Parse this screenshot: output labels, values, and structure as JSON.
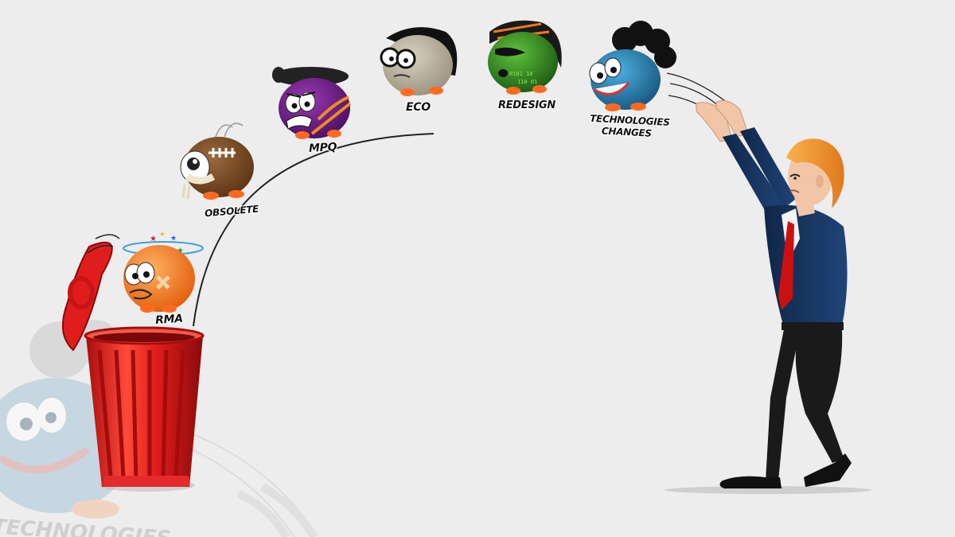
{
  "labels": {
    "rma": "RMA",
    "obsolete": "OBSOLETE",
    "mpq": "MPQ",
    "eco": "ECO",
    "redesign": "REDESIGN",
    "tech_line1": "TECHNOLOGIES",
    "tech_line2": "CHANGES",
    "ghost": "TECHNOLOGIES"
  },
  "colors": {
    "background": "#ededed",
    "trash_can": "#d91a1a",
    "rma_ball": "#f07a1e",
    "obsolete_ball": "#7a4a22",
    "mpq_ball": "#6b1a82",
    "eco_ball": "#b8ae9a",
    "redesign_ball": "#2f8a23",
    "tech_ball": "#2a84b5",
    "suit": "#14305a",
    "tie": "#cc1010",
    "hair": "#f39a2c"
  }
}
